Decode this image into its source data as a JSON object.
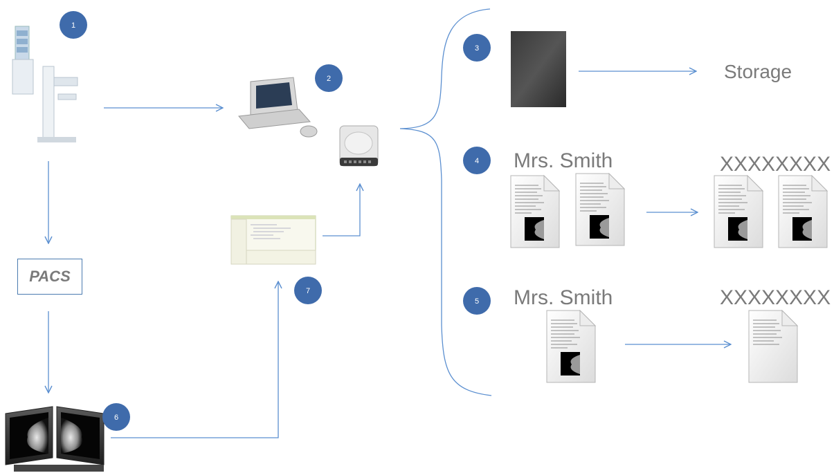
{
  "badges": [
    "1",
    "2",
    "3",
    "4",
    "5",
    "6",
    "7"
  ],
  "labels": {
    "storage": "Storage",
    "pacs": "PACS",
    "patient_name_4": "Mrs. Smith",
    "anon_name_4": "XXXXXXXX",
    "patient_name_5": "Mrs. Smith",
    "anon_name_5": "XXXXXXXX"
  },
  "colors": {
    "arrow": "#5b8fd0",
    "badge": "#3f6bab",
    "label_text": "#7a7a7a"
  },
  "icons": [
    "mammography-unit-icon",
    "workstation-computer-icon",
    "hard-drive-icon",
    "mammogram-film-icon",
    "dicom-file-icon",
    "software-window-icon",
    "dual-monitor-icon"
  ]
}
